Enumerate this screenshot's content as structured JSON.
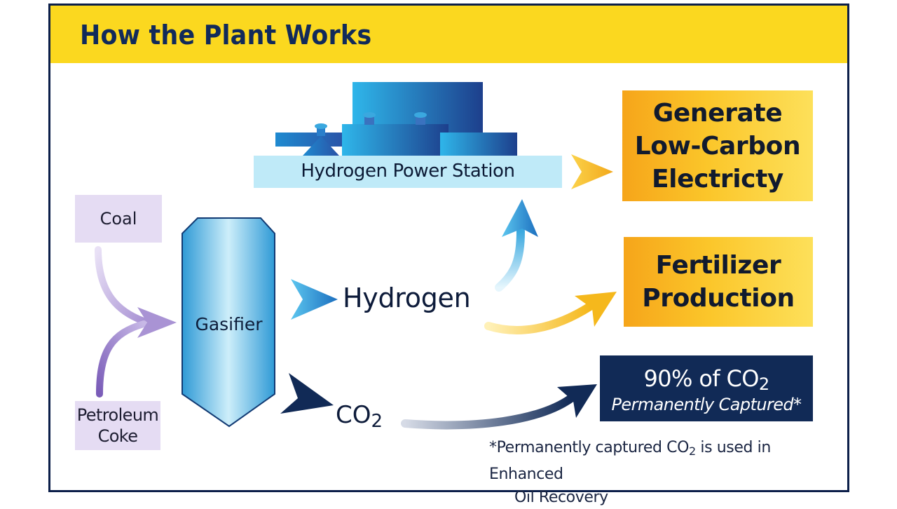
{
  "header": {
    "title": "How the Plant Works"
  },
  "inputs": {
    "coal": "Coal",
    "petroleum_coke_line1": "Petroleum",
    "petroleum_coke_line2": "Coke"
  },
  "gasifier": {
    "label": "Gasifier"
  },
  "power_station": {
    "label": "Hydrogen Power Station"
  },
  "products": {
    "hydrogen": "Hydrogen",
    "co2_main": "CO",
    "co2_sub": "2"
  },
  "outputs": {
    "electricity_line1": "Generate",
    "electricity_line2": "Low-Carbon",
    "electricity_line3": "Electricty",
    "fertilizer_line1": "Fertilizer",
    "fertilizer_line2": "Production",
    "capture_main": "90% of CO",
    "capture_sub": "2",
    "capture_note": "Permanently Captured*"
  },
  "footnote": {
    "part1": "*Permanently captured CO",
    "sub": "2",
    "part2": " is used in Enhanced",
    "line2": "Oil Recovery"
  },
  "colors": {
    "header_bg": "#fbd81f",
    "header_text": "#112a5a",
    "frame": "#0c1f4a",
    "input_box": "#e5dcf3",
    "purple_arrow": "#a993d4",
    "blue_arrow": "#3aa8df",
    "gold_arrow": "#f5b81c",
    "navy": "#112a56",
    "station_platform": "#bfeaf8"
  }
}
